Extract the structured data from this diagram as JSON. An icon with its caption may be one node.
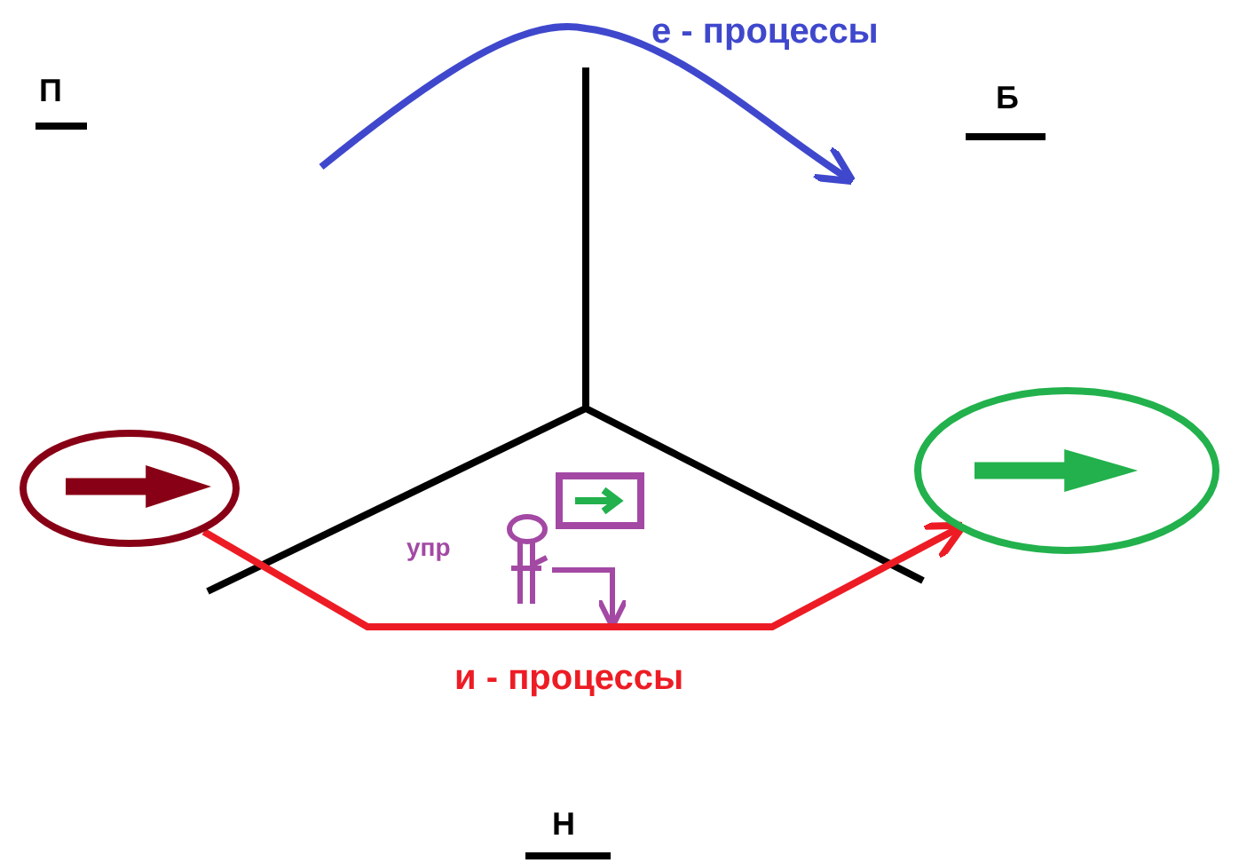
{
  "diagram": {
    "nodes": [
      {
        "text": [],
        "shape": "ellipse"
      },
      {
        "text": [],
        "shape": "ellipse"
      }
    ],
    "edges": [
      {
        "from": 0,
        "to": 1,
        "arrow": "to",
        "label": "и - процессы"
      }
    ],
    "labels": [
      "П",
      "е - процессы",
      "Б",
      "упр",
      "Н"
    ]
  }
}
